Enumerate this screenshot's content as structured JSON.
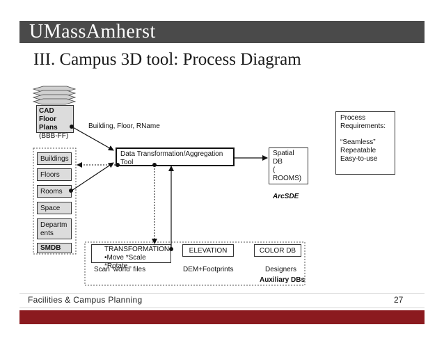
{
  "header": {
    "brand": "UMassAmherst",
    "title": "III. Campus 3D tool: Process Diagram"
  },
  "diagram": {
    "cad": {
      "line1": "CAD Floor",
      "line2": "Plans",
      "line3": "(BBB-FF)",
      "fields": "Building, Floor, RName"
    },
    "smdb": {
      "items": [
        "Buildings",
        "Floors",
        "Rooms",
        "Space"
      ],
      "dept_line1": "Departm",
      "dept_line2": "ents",
      "label": "SMDB"
    },
    "tool": {
      "line1": "Data Transformation/Aggregation",
      "line2": "Tool"
    },
    "spatial": {
      "line1": "Spatial DB",
      "line2": "( ROOMS)",
      "product": "ArcSDE"
    },
    "requirements": {
      "line1": "Process",
      "line2": "Requirements:",
      "line3": "“Seamless”",
      "line4": "Repeatable",
      "line5": "Easy-to-use"
    },
    "auxiliary": {
      "transformation_title": "TRANSFORMATION",
      "transformation_ops": "•Move  *Scale  *Rotate",
      "elevation": "ELEVATION",
      "color_db": "COLOR DB",
      "scan_label": "Scan ‘world’ files",
      "dem_label": "DEM+Footprints",
      "designers_label": "Designers",
      "group_label": "Auxiliary DBs"
    }
  },
  "footer": {
    "text": "Facilities & Campus Planning",
    "page": "27"
  },
  "colors": {
    "banner": "#4a4a4a",
    "footer_red": "#8b1a1f",
    "box_grey": "#dcdcdc"
  }
}
